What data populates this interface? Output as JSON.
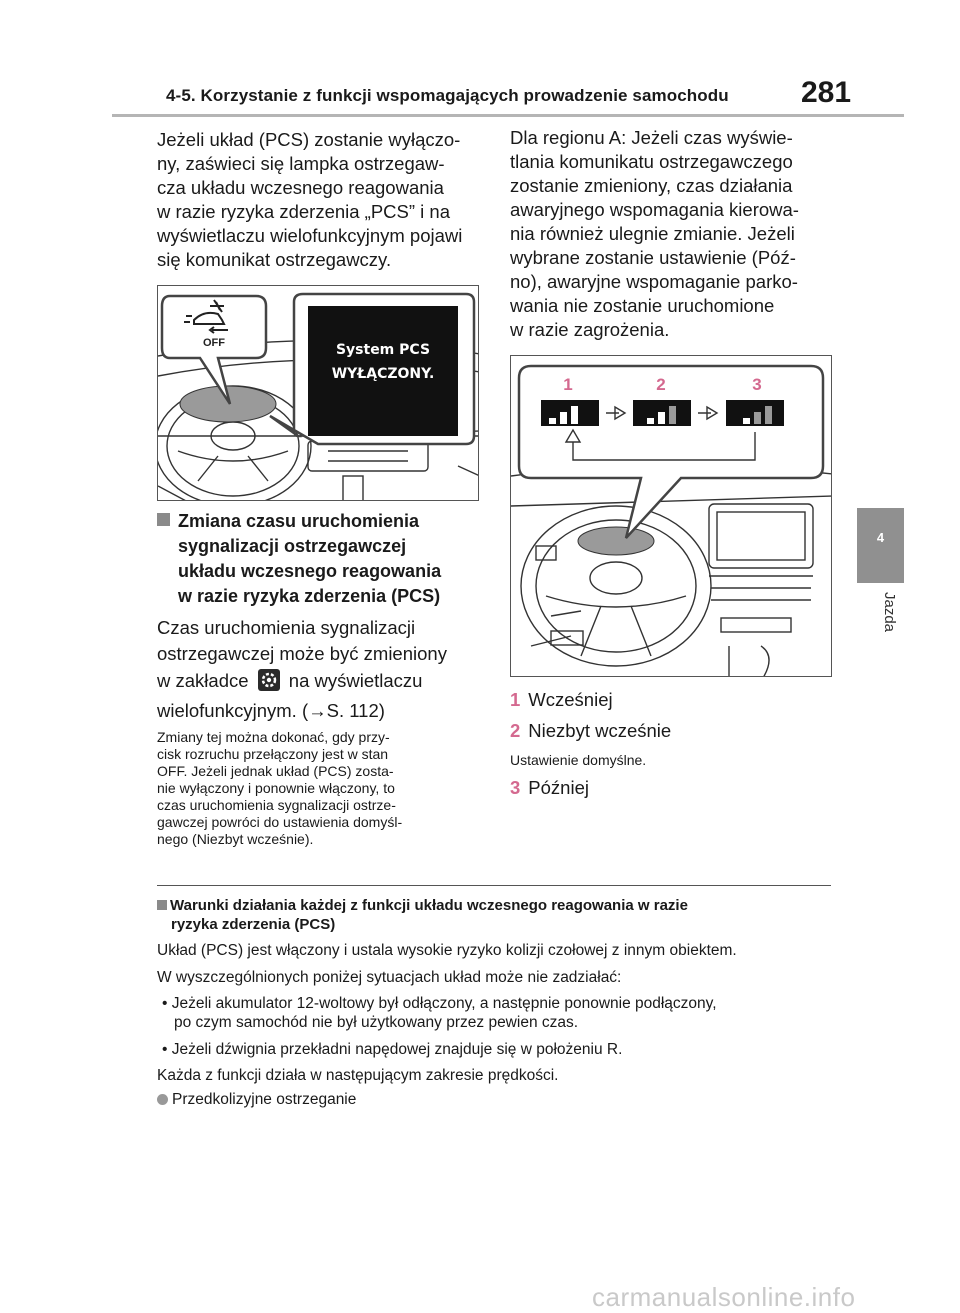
{
  "header": {
    "title": "4-5. Korzystanie z funkcji wspomagających prowadzenie samochodu",
    "page_number": "281"
  },
  "side_tab": {
    "number": "4",
    "label": "Jazda"
  },
  "left_column": {
    "intro_lines": [
      "Jeżeli układ (PCS) zostanie wyłączo-",
      "ny, zaświeci się lampka ostrzegaw-",
      "cza układu wczesnego reagowania",
      "w razie ryzyka zderzenia „PCS” i na",
      "wyświetlaczu wielofunkcyjnym pojawi",
      "się komunikat ostrzegawczy."
    ],
    "figure1": {
      "indicator_label": "OFF",
      "display_line1": "System PCS",
      "display_line2": "WYŁĄCZONY."
    },
    "section_heading": [
      "Zmiana czasu uruchomienia",
      "sygnalizacji ostrzegawczej",
      "układu wczesnego reagowania",
      "w razie ryzyka zderzenia (PCS)"
    ],
    "body_lines": [
      "Czas uruchomienia sygnalizacji",
      "ostrzegawczej może być zmieniony"
    ],
    "tab_line_prefix": "w zakładce",
    "tab_line_suffix": "na wyświetlaczu",
    "ref_line": "wielofunkcyjnym. (→S. 112)",
    "small_note_lines": [
      "Zmiany tej można dokonać, gdy przy-",
      "cisk rozruchu przełączony jest w stan",
      "OFF. Jeżeli jednak układ (PCS) zosta-",
      "nie wyłączony i ponownie włączony, to",
      "czas uruchomienia sygnalizacji ostrze-",
      "gawczej powróci do ustawienia domyśl-",
      "nego (Niezbyt wcześnie)."
    ]
  },
  "right_column": {
    "intro_lines": [
      "Dla regionu A: Jeżeli czas wyświe-",
      "tlania komunikatu ostrzegawczego",
      "zostanie zmieniony, czas działania",
      "awaryjnego wspomagania kierowa-",
      "nia również ulegnie zmianie. Jeżeli",
      "wybrane zostanie ustawienie (Póź-",
      "no), awaryjne wspomaganie parko-",
      "wania nie zostanie uruchomione",
      "w razie zagrożenia."
    ],
    "figure2": {
      "labels": [
        "1",
        "2",
        "3"
      ]
    },
    "items": [
      {
        "num": "1",
        "label": "Wcześniej"
      },
      {
        "num": "2",
        "label": "Niezbyt wcześnie"
      },
      {
        "num": "3",
        "label": "Później"
      }
    ],
    "default_note": "Ustawienie domyślne."
  },
  "conditions": {
    "heading_line1": "Warunki działania każdej z funkcji układu wczesnego reagowania w razie",
    "heading_line2": "ryzyka zderzenia (PCS)",
    "line1": "Układ (PCS) jest włączony i ustala wysokie ryzyko kolizji czołowej z innym obiektem.",
    "line2": "W wyszczególnionych poniżej sytuacjach układ może nie zadziałać:",
    "bullet1_line1": "Jeżeli akumulator 12-woltowy był odłączony, a następnie ponownie podłączony,",
    "bullet1_line2": "po czym samochód nie był użytkowany przez pewien czas.",
    "bullet2": "Jeżeli dźwignia przekładni napędowej znajduje się w położeniu R.",
    "line3": "Każda z funkcji działa w następującym zakresie prędkości.",
    "item": "Przedkolizyjne ostrzeganie"
  },
  "watermark": "carmanualsonline.info",
  "colors": {
    "accent_pink": "#d4698f",
    "tab_gray": "#909090",
    "rule_gray": "#b5b5b5"
  }
}
